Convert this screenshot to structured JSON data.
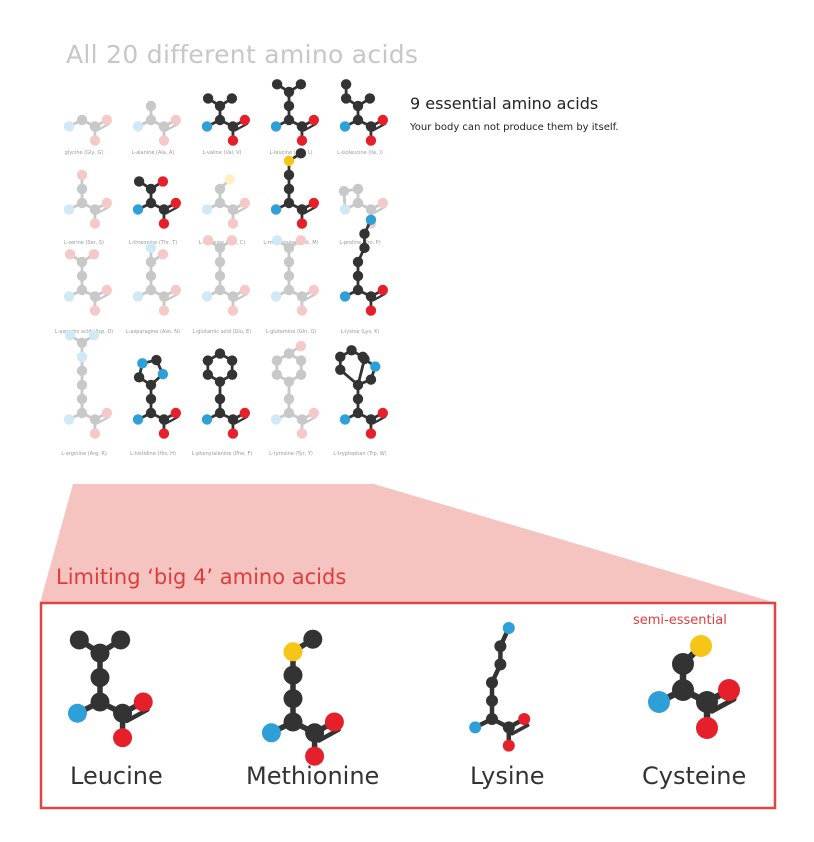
{
  "title": "All 20 different amino acids",
  "essential": {
    "heading": "9 essential amino acids",
    "subtitle": "Your body can not produce them by itself."
  },
  "grid": [
    {
      "label": "glycine (Gly, G)",
      "essential": false
    },
    {
      "label": "L-alanine (Ala, A)",
      "essential": false
    },
    {
      "label": "L-valine (Val, V)",
      "essential": true
    },
    {
      "label": "L-leucine (Leu, L)",
      "essential": true
    },
    {
      "label": "L-isoleucine (Ile, I)",
      "essential": true
    },
    {
      "label": "L-serine (Ser, S)",
      "essential": false
    },
    {
      "label": "L-threonine (Thr, T)",
      "essential": true
    },
    {
      "label": "L-cysteine (Cys, C)",
      "essential": false
    },
    {
      "label": "L-methionine (Met, M)",
      "essential": true
    },
    {
      "label": "L-proline (Pro, P)",
      "essential": false
    },
    {
      "label": "L-aspartic acid (Asp, D)",
      "essential": false
    },
    {
      "label": "L-asparagine (Asn, N)",
      "essential": false
    },
    {
      "label": "L-glutamic acid (Glu, E)",
      "essential": false
    },
    {
      "label": "L-glutamine (Gln, Q)",
      "essential": false
    },
    {
      "label": "L-lysine (Lys, K)",
      "essential": true
    },
    {
      "label": "L-arginine (Arg, R)",
      "essential": false
    },
    {
      "label": "L-histidine (His, H)",
      "essential": true
    },
    {
      "label": "L-phenylalanine (Phe, F)",
      "essential": true
    },
    {
      "label": "L-tyrosine (Tyr, Y)",
      "essential": false
    },
    {
      "label": "L-tryptophan (Trp, W)",
      "essential": true
    }
  ],
  "limiting": {
    "heading": "Limiting ‘big 4’ amino acids",
    "badge": "semi-essential",
    "names": [
      "Leucine",
      "Methionine",
      "Lysine",
      "Cysteine"
    ]
  },
  "colors": {
    "carbon": "#333333",
    "nitrogen": "#2f9fd8",
    "oxygen": "#e5202a",
    "sulfur": "#f5c518",
    "fade_carbon": "#c8c8c8",
    "fade_nitrogen": "#cfe9f5",
    "fade_oxygen": "#f6c9c9",
    "fade_sulfur": "#fdf0c2",
    "accent": "#e04545",
    "zoom_fill": "#f5c4c0"
  }
}
